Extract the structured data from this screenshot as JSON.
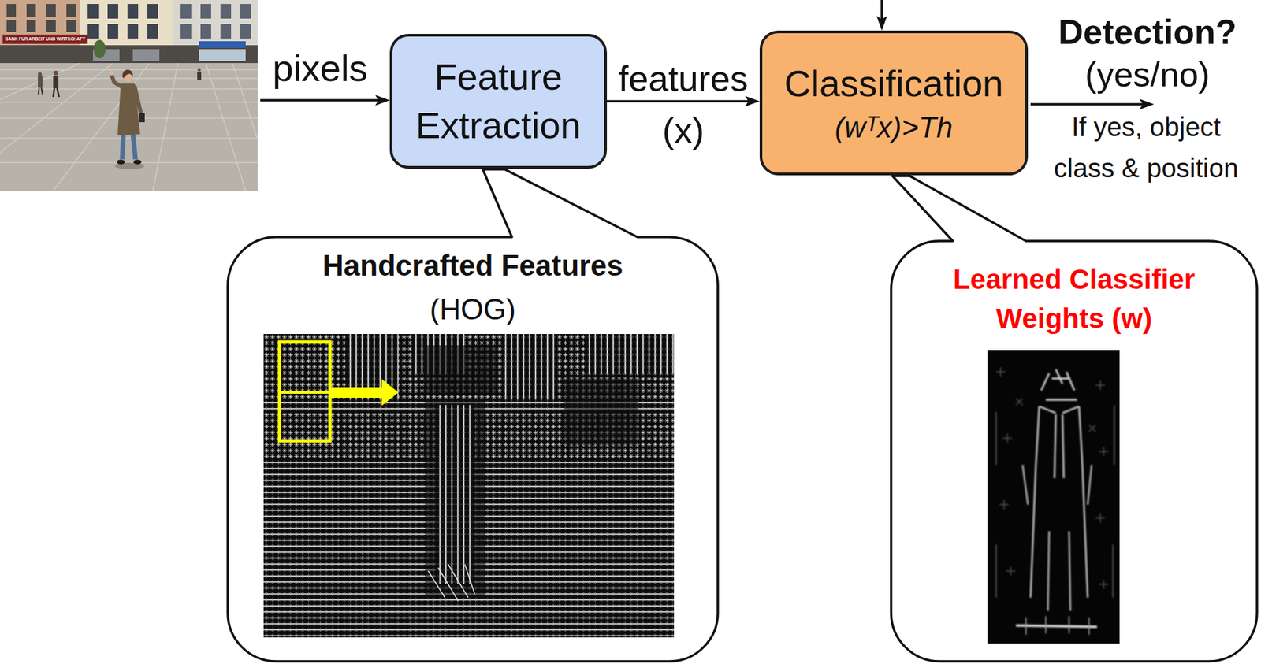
{
  "diagram": {
    "nodes": [
      {
        "text": [
          "Feature Extraction"
        ]
      },
      {
        "text": [
          "Classification",
          "(wᵀx)>Th"
        ]
      },
      {
        "text": [
          "Handcrafted Features",
          "(HOG)"
        ]
      },
      {
        "text": [
          "Learned Classifier Weights (w)"
        ]
      }
    ],
    "edges": [
      {
        "from": 0,
        "to": 1,
        "arrow": "to"
      }
    ],
    "labels": [
      "BANK FUR ARBEIT UND WIRTSCHAFT",
      "pixels",
      "features",
      "(x)",
      "Detection?",
      "(yes/no)",
      "If yes, object class & position"
    ]
  }
}
